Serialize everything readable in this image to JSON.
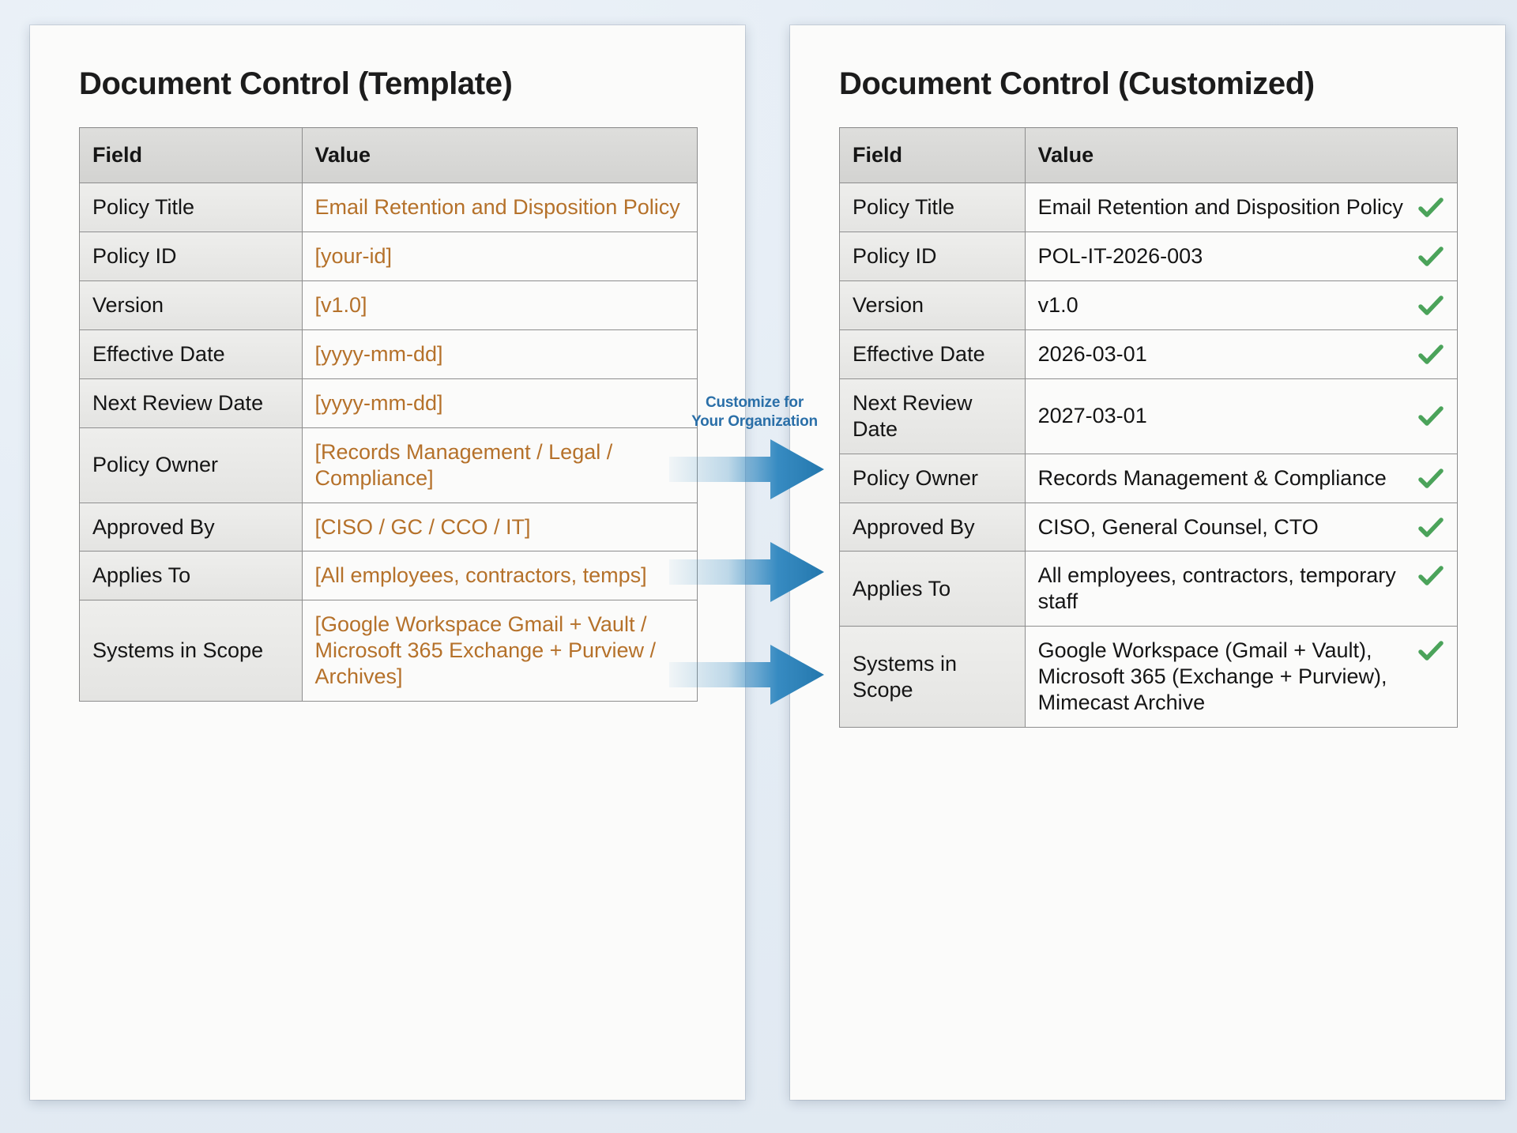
{
  "background_color": "#e7eef5",
  "accent_colors": {
    "template_value": "#b5712a",
    "check": "#4ba35a",
    "arrow": "#2e86bf",
    "caption": "#2a6fa8"
  },
  "left_panel": {
    "title": "Document Control (Template)",
    "columns": [
      "Field",
      "Value"
    ],
    "rows": [
      {
        "field": "Policy Title",
        "value": "Email Retention and Disposition Policy"
      },
      {
        "field": "Policy ID",
        "value": "[your-id]"
      },
      {
        "field": "Version",
        "value": "[v1.0]"
      },
      {
        "field": "Effective Date",
        "value": "[yyyy-mm-dd]"
      },
      {
        "field": "Next Review Date",
        "value": "[yyyy-mm-dd]"
      },
      {
        "field": "Policy Owner",
        "value": "[Records Management / Legal / Compliance]"
      },
      {
        "field": "Approved By",
        "value": "[CISO / GC / CCO / IT]"
      },
      {
        "field": "Applies To",
        "value": "[All employees, contractors, temps]"
      },
      {
        "field": "Systems in Scope",
        "value": "[Google Workspace Gmail + Vault / Microsoft 365 Exchange + Purview / Archives]"
      }
    ]
  },
  "right_panel": {
    "title": "Document Control (Customized)",
    "columns": [
      "Field",
      "Value"
    ],
    "rows": [
      {
        "field": "Policy Title",
        "value": "Email Retention and Disposition Policy",
        "checked": true
      },
      {
        "field": "Policy ID",
        "value": "POL-IT-2026-003",
        "checked": true
      },
      {
        "field": "Version",
        "value": "v1.0",
        "checked": true
      },
      {
        "field": "Effective Date",
        "value": "2026-03-01",
        "checked": true
      },
      {
        "field": "Next Review Date",
        "value": "2027-03-01",
        "checked": true
      },
      {
        "field": "Policy Owner",
        "value": "Records Management & Compliance",
        "checked": true
      },
      {
        "field": "Approved By",
        "value": "CISO, General Counsel, CTO",
        "checked": true
      },
      {
        "field": "Applies To",
        "value": "All employees, contractors, temporary staff",
        "checked": true
      },
      {
        "field": "Systems in Scope",
        "value": "Google Workspace (Gmail + Vault), Microsoft 365 (Exchange + Purview), Mimecast Archive",
        "checked": true
      }
    ]
  },
  "center": {
    "caption_line1": "Customize for",
    "caption_line2": "Your Organization",
    "arrow_count": 3,
    "icon_names": [
      "arrow-right-icon",
      "arrow-right-icon",
      "arrow-right-icon"
    ]
  }
}
